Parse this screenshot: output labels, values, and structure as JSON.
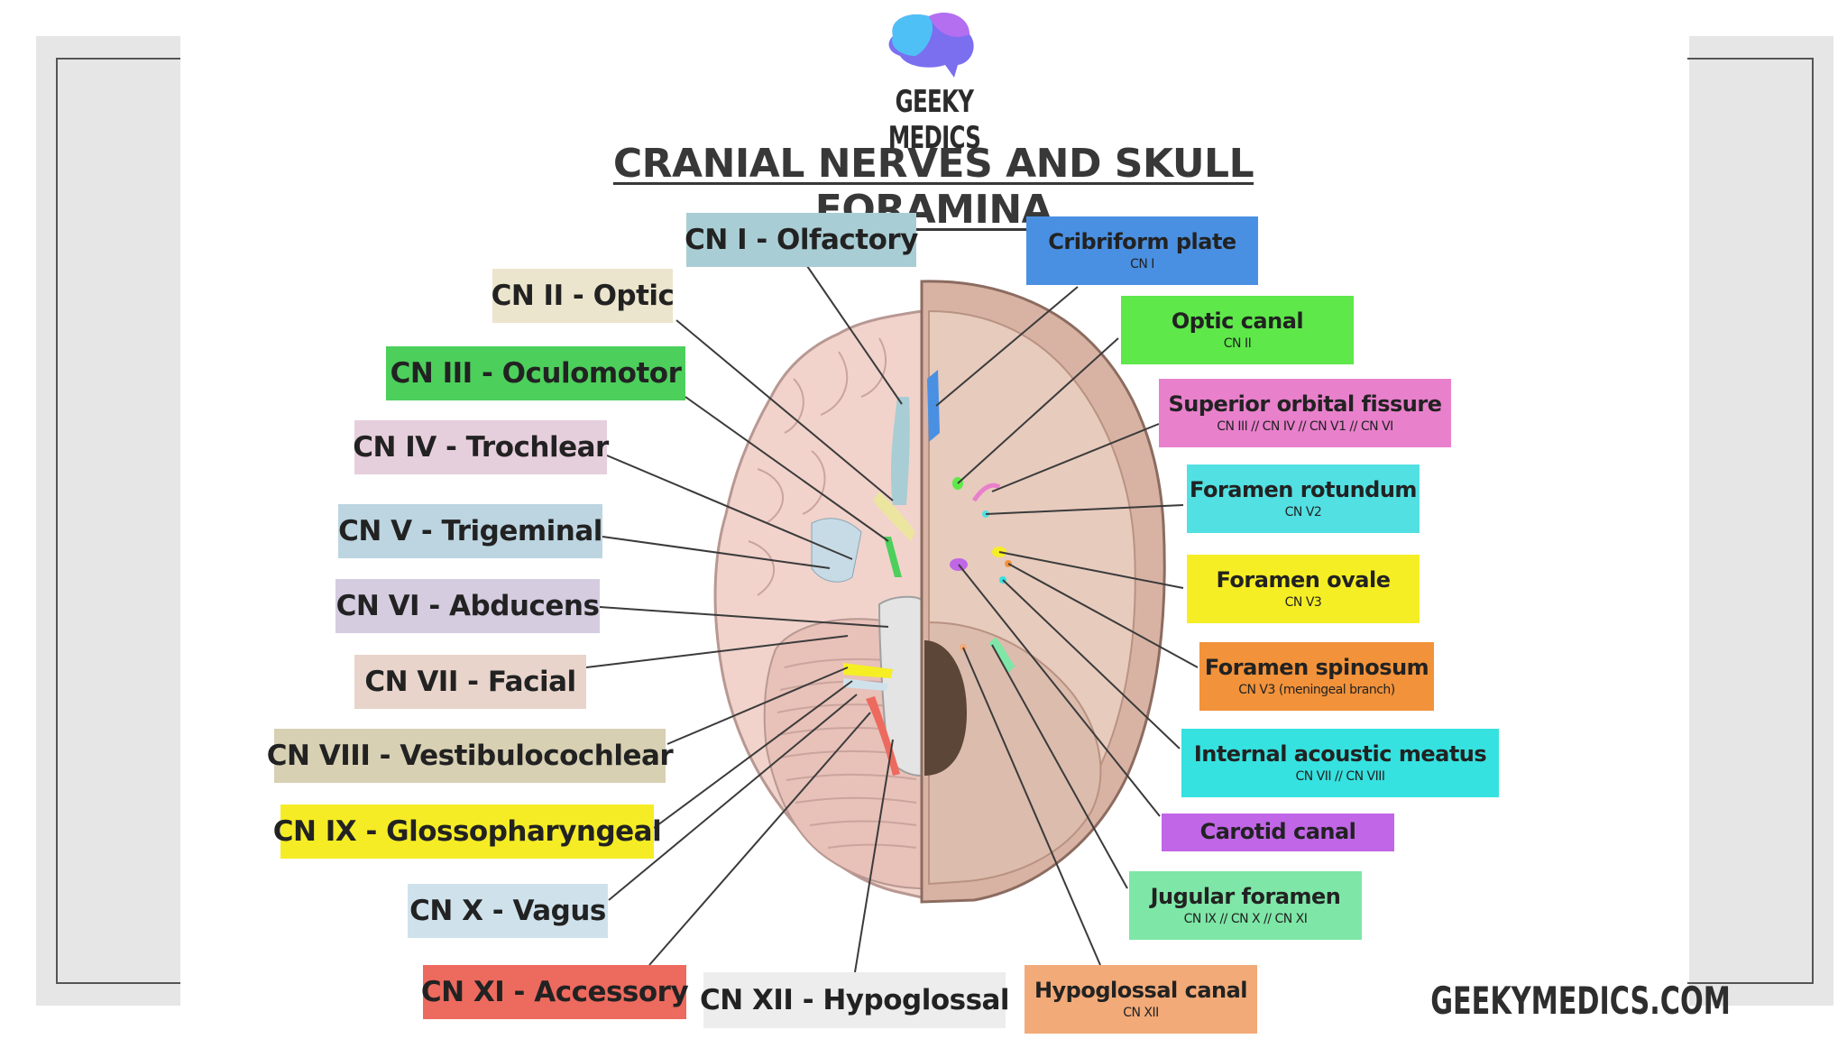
{
  "brand": {
    "logo_text": "GEEKY MEDICS",
    "footer_url": "GEEKYMEDICS.COM"
  },
  "title": "CRANIAL NERVES AND SKULL FORAMINA",
  "colors": {
    "olfactory": "#a9cdd4",
    "optic": "#ece5cd",
    "oculomotor": "#4dcf5c",
    "trochlear": "#e6cfdc",
    "trigeminal": "#bcd5e0",
    "abducens": "#d5cce0",
    "facial": "#e8d4cb",
    "vestibulocochlear": "#d8d0b3",
    "glossopharyngeal": "#f5ec25",
    "vagus": "#cfe2ec",
    "accessory": "#ed6a5e",
    "hypoglossal": "#ededed",
    "cribriform": "#4a90e2",
    "optic_canal": "#5ee84a",
    "superior_orbital": "#e980cc",
    "rotundum": "#52e0e3",
    "ovale": "#f6ee25",
    "spinosum": "#f2923a",
    "internal_acoustic": "#35e2e0",
    "carotid": "#c066e6",
    "jugular": "#7ee7a7",
    "hypoglossal_canal": "#f2aa78"
  },
  "cranial_nerves": [
    {
      "label": "CN I - Olfactory"
    },
    {
      "label": "CN II - Optic"
    },
    {
      "label": "CN III - Oculomotor"
    },
    {
      "label": "CN IV - Trochlear"
    },
    {
      "label": "CN V - Trigeminal"
    },
    {
      "label": "CN VI - Abducens"
    },
    {
      "label": "CN VII - Facial"
    },
    {
      "label": "CN VIII - Vestibulocochlear"
    },
    {
      "label": "CN IX - Glossopharyngeal"
    },
    {
      "label": "CN X - Vagus"
    },
    {
      "label": "CN XI - Accessory"
    },
    {
      "label": "CN XII - Hypoglossal"
    }
  ],
  "foramina": [
    {
      "name": "Cribriform plate",
      "nerves": "CN I"
    },
    {
      "name": "Optic canal",
      "nerves": "CN II"
    },
    {
      "name": "Superior orbital fissure",
      "nerves": "CN III // CN IV // CN V1 // CN VI"
    },
    {
      "name": "Foramen rotundum",
      "nerves": "CN V2"
    },
    {
      "name": "Foramen ovale",
      "nerves": "CN V3"
    },
    {
      "name": "Foramen spinosum",
      "nerves": "CN V3 (meningeal branch)"
    },
    {
      "name": "Internal acoustic meatus",
      "nerves": "CN VII // CN VIII"
    },
    {
      "name": "Carotid canal",
      "nerves": ""
    },
    {
      "name": "Jugular foramen",
      "nerves": "CN IX // CN X // CN XI"
    },
    {
      "name": "Hypoglossal canal",
      "nerves": "CN XII"
    }
  ]
}
